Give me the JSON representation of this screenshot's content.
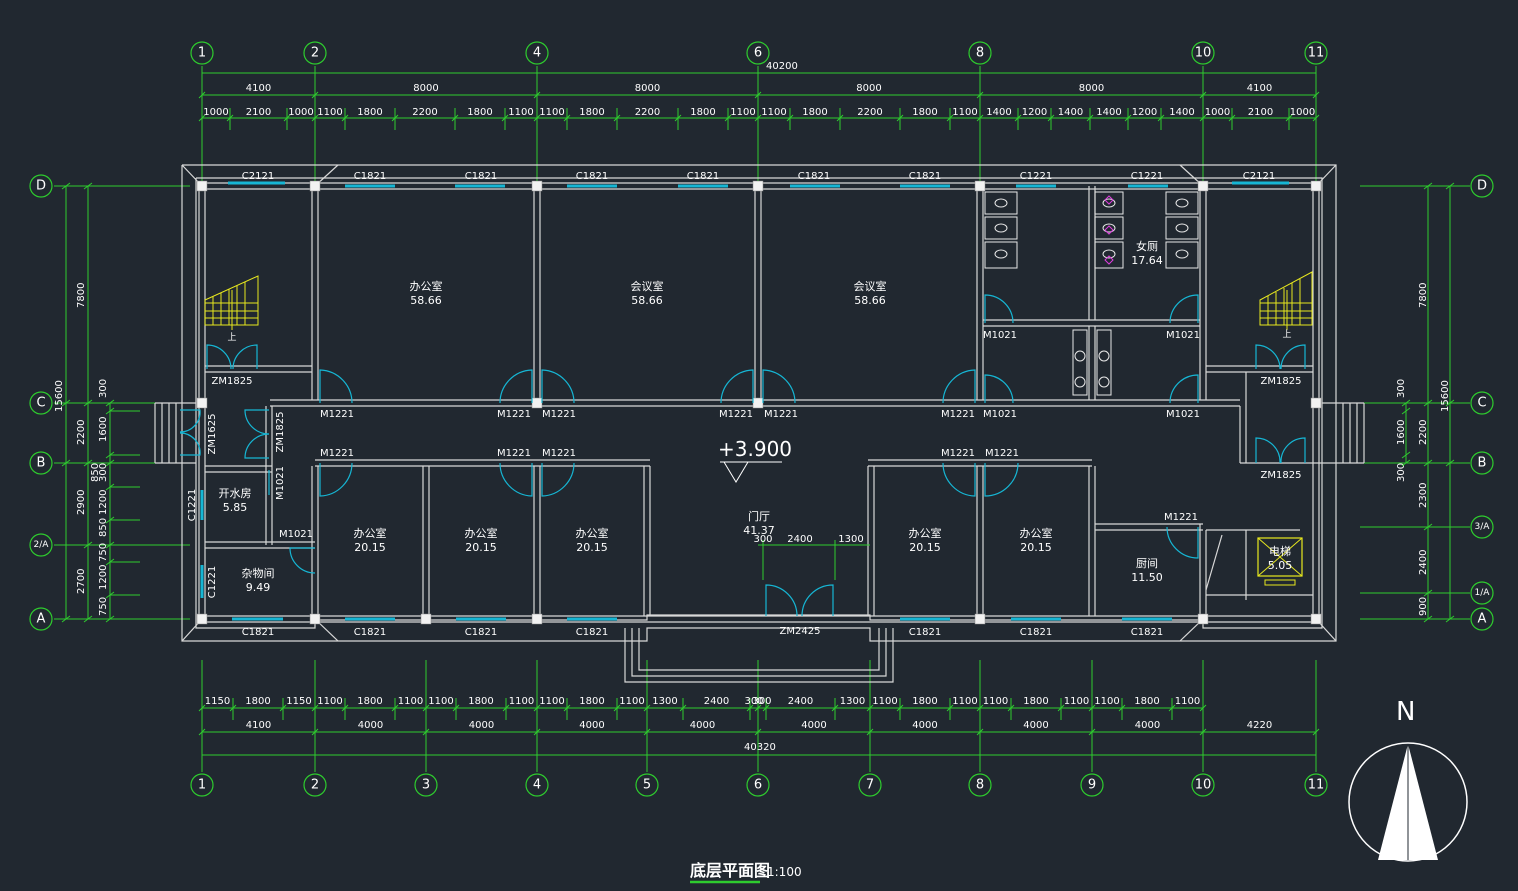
{
  "title": "底层平面图",
  "scale": "1:100",
  "elevation_mark": "+3.900",
  "north_label": "N",
  "overall_top": "40200",
  "overall_bottom": "40320",
  "total_depth": "15600",
  "grid_top": [
    "1",
    "2",
    "4",
    "6",
    "8",
    "10",
    "11"
  ],
  "grid_bottom": [
    "1",
    "2",
    "3",
    "4",
    "5",
    "6",
    "7",
    "8",
    "9",
    "10",
    "11"
  ],
  "grid_rows": [
    "D",
    "C",
    "B",
    "2/A",
    "A"
  ],
  "grid_rows_right": [
    "D",
    "C",
    "B",
    "3/A",
    "1/A",
    "A"
  ],
  "dims_top_1": [
    "4100",
    "8000",
    "8000",
    "8000",
    "8000",
    "4100"
  ],
  "dims_top_2": [
    "1000",
    "2100",
    "1000",
    "1100",
    "1800",
    "2200",
    "1800",
    "1100",
    "1100",
    "1800",
    "2200",
    "1800",
    "1100",
    "1100",
    "1800",
    "2200",
    "1800",
    "1100",
    "1400",
    "1200",
    "1400",
    "1400",
    "1200",
    "1400",
    "1000",
    "2100",
    "1000"
  ],
  "dims_bottom_1": [
    "1150",
    "1800",
    "1150",
    "1100",
    "1800",
    "1100",
    "1100",
    "1800",
    "1100",
    "1100",
    "1800",
    "1100",
    "1300",
    "2400",
    "300",
    "300",
    "2400",
    "1300",
    "1100",
    "1800",
    "1100",
    "1100",
    "1800",
    "1100",
    "1100",
    "1800",
    "1100"
  ],
  "dims_bottom_2": [
    "4100",
    "4000",
    "4000",
    "4000",
    "4000",
    "4000",
    "4000",
    "4000",
    "4000",
    "4220"
  ],
  "dims_left_1": [
    "7800",
    "2200",
    "2900",
    "2700"
  ],
  "dims_left_2": [
    "300",
    "1600",
    "300",
    "850",
    "1200",
    "850",
    "750",
    "1200",
    "750"
  ],
  "dims_right_1": [
    "7800",
    "2200",
    "2300",
    "2400",
    "900"
  ],
  "dims_right_2": [
    "300",
    "1600",
    "300"
  ],
  "rooms": [
    {
      "name": "办公室",
      "area": "58.66"
    },
    {
      "name": "会议室",
      "area": "58.66"
    },
    {
      "name": "会议室",
      "area": "58.66"
    },
    {
      "name": "女厕",
      "area": "17.64"
    },
    {
      "name": "开水房",
      "area": "5.85"
    },
    {
      "name": "杂物间",
      "area": "9.49"
    },
    {
      "name": "办公室",
      "area": "20.15"
    },
    {
      "name": "办公室",
      "area": "20.15"
    },
    {
      "name": "办公室",
      "area": "20.15"
    },
    {
      "name": "门厅",
      "area": "41.37"
    },
    {
      "name": "办公室",
      "area": "20.15"
    },
    {
      "name": "办公室",
      "area": "20.15"
    },
    {
      "name": "厨间",
      "area": "11.50"
    },
    {
      "name": "电梯",
      "area": "5.05"
    }
  ],
  "windows_top": [
    "C2121",
    "C1821",
    "C1821",
    "C1821",
    "C1821",
    "C1821",
    "C1821",
    "C1221",
    "C1221",
    "C2121"
  ],
  "windows_bottom": [
    "C1821",
    "C1821",
    "C1821",
    "C1821",
    "C1821",
    "C1821",
    "C1821"
  ],
  "windows_left": [
    "C1221",
    "C1221"
  ],
  "doors_corridor_top": [
    "M1221",
    "M1221",
    "M1221",
    "M1221",
    "M1221",
    "M1221",
    "M1021",
    "M1021"
  ],
  "doors_corridor_bottom": [
    "M1221",
    "M1221",
    "M1221",
    "M1221",
    "M1221"
  ],
  "doors_misc": [
    "ZM1825",
    "ZM1825",
    "ZM1825",
    "ZM1625",
    "ZM1825",
    "M1021",
    "M1021",
    "M1021",
    "M1021",
    "M1221",
    "ZM2425"
  ],
  "stair_label": "上",
  "hall_dims": [
    "300",
    "2400",
    "1300"
  ]
}
